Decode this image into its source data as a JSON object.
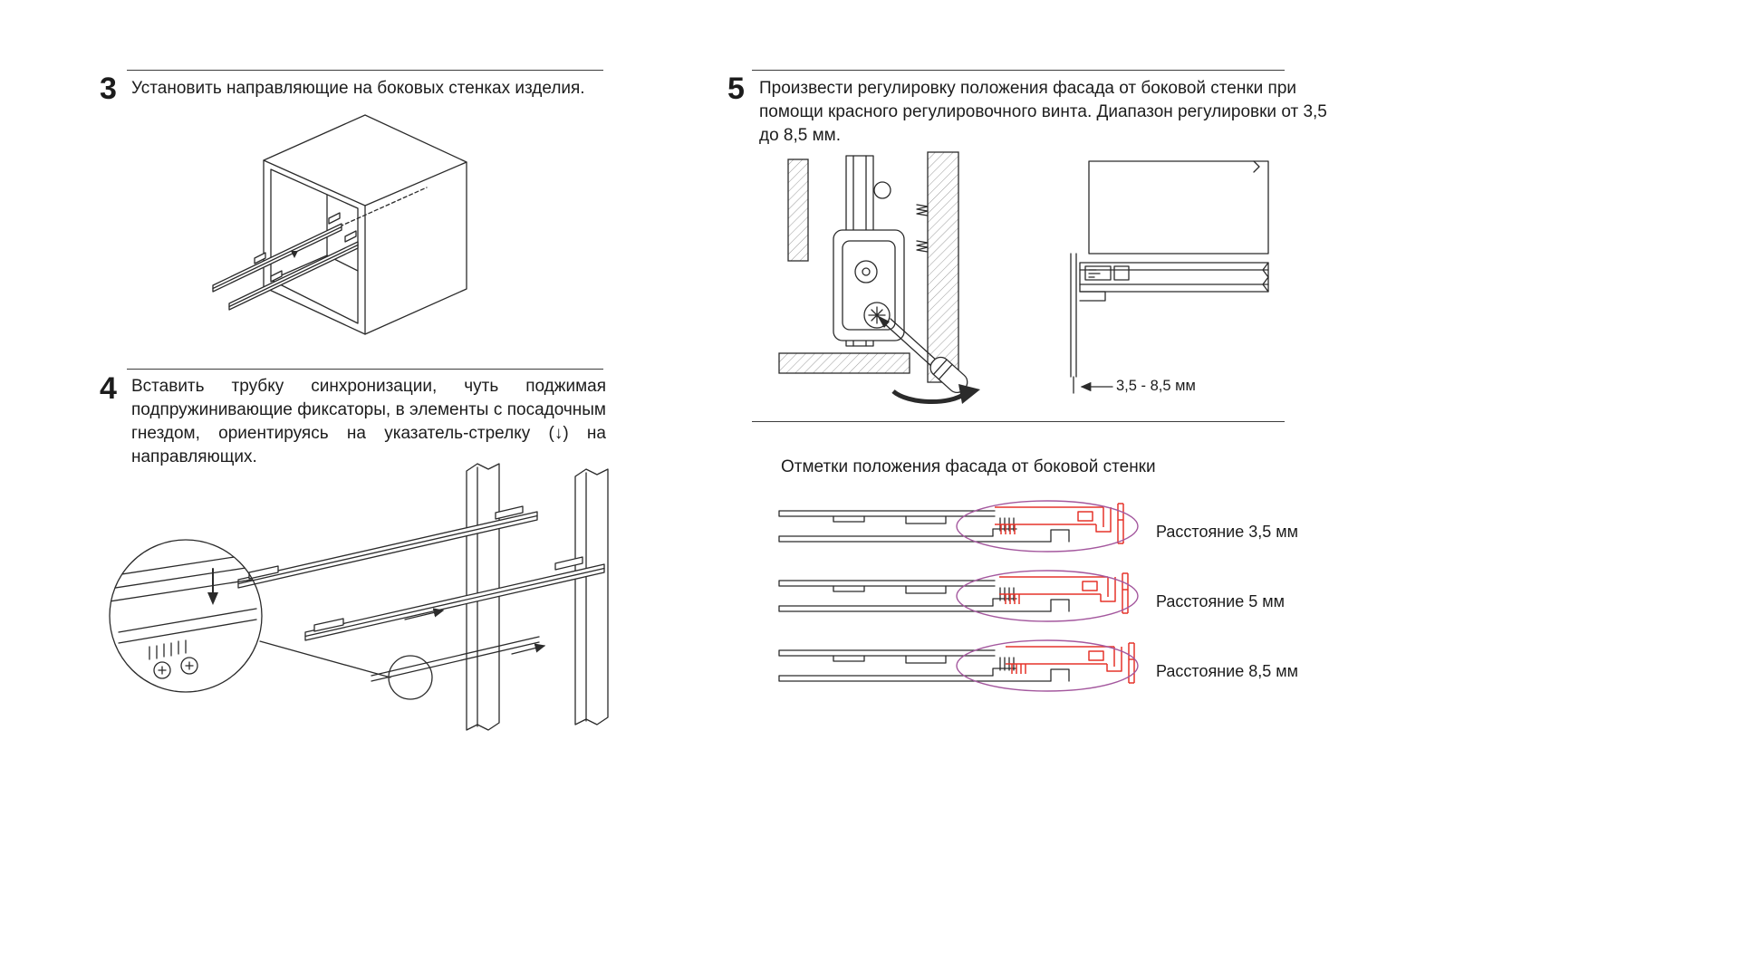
{
  "page": {
    "colors": {
      "ink": "#2b2b2b",
      "red": "#e5332a",
      "purple": "#a4589e"
    }
  },
  "steps": {
    "step3": {
      "number": "3",
      "text": "Установить направляющие на боковых стенках изделия."
    },
    "step4": {
      "number": "4",
      "text": "Вставить трубку синхронизации, чуть поджимая подпружинивающие фиксаторы, в элементы с посадочным гнездом, ориентируясь на указатель-стрелку (↓) на направляющих."
    },
    "step5": {
      "number": "5",
      "text": "Произвести регулировку положения фасада от боковой стенки при помощи красного регулировочного винта. Диапазон регулировки от 3,5 до 8,5 мм.",
      "dimension_label": "3,5 - 8,5 мм"
    }
  },
  "marks_section": {
    "title": "Отметки положения фасада от боковой стенки",
    "items": [
      {
        "label": "Расстояние 3,5 мм"
      },
      {
        "label": "Расстояние 5 мм"
      },
      {
        "label": "Расстояние 8,5 мм"
      }
    ]
  }
}
